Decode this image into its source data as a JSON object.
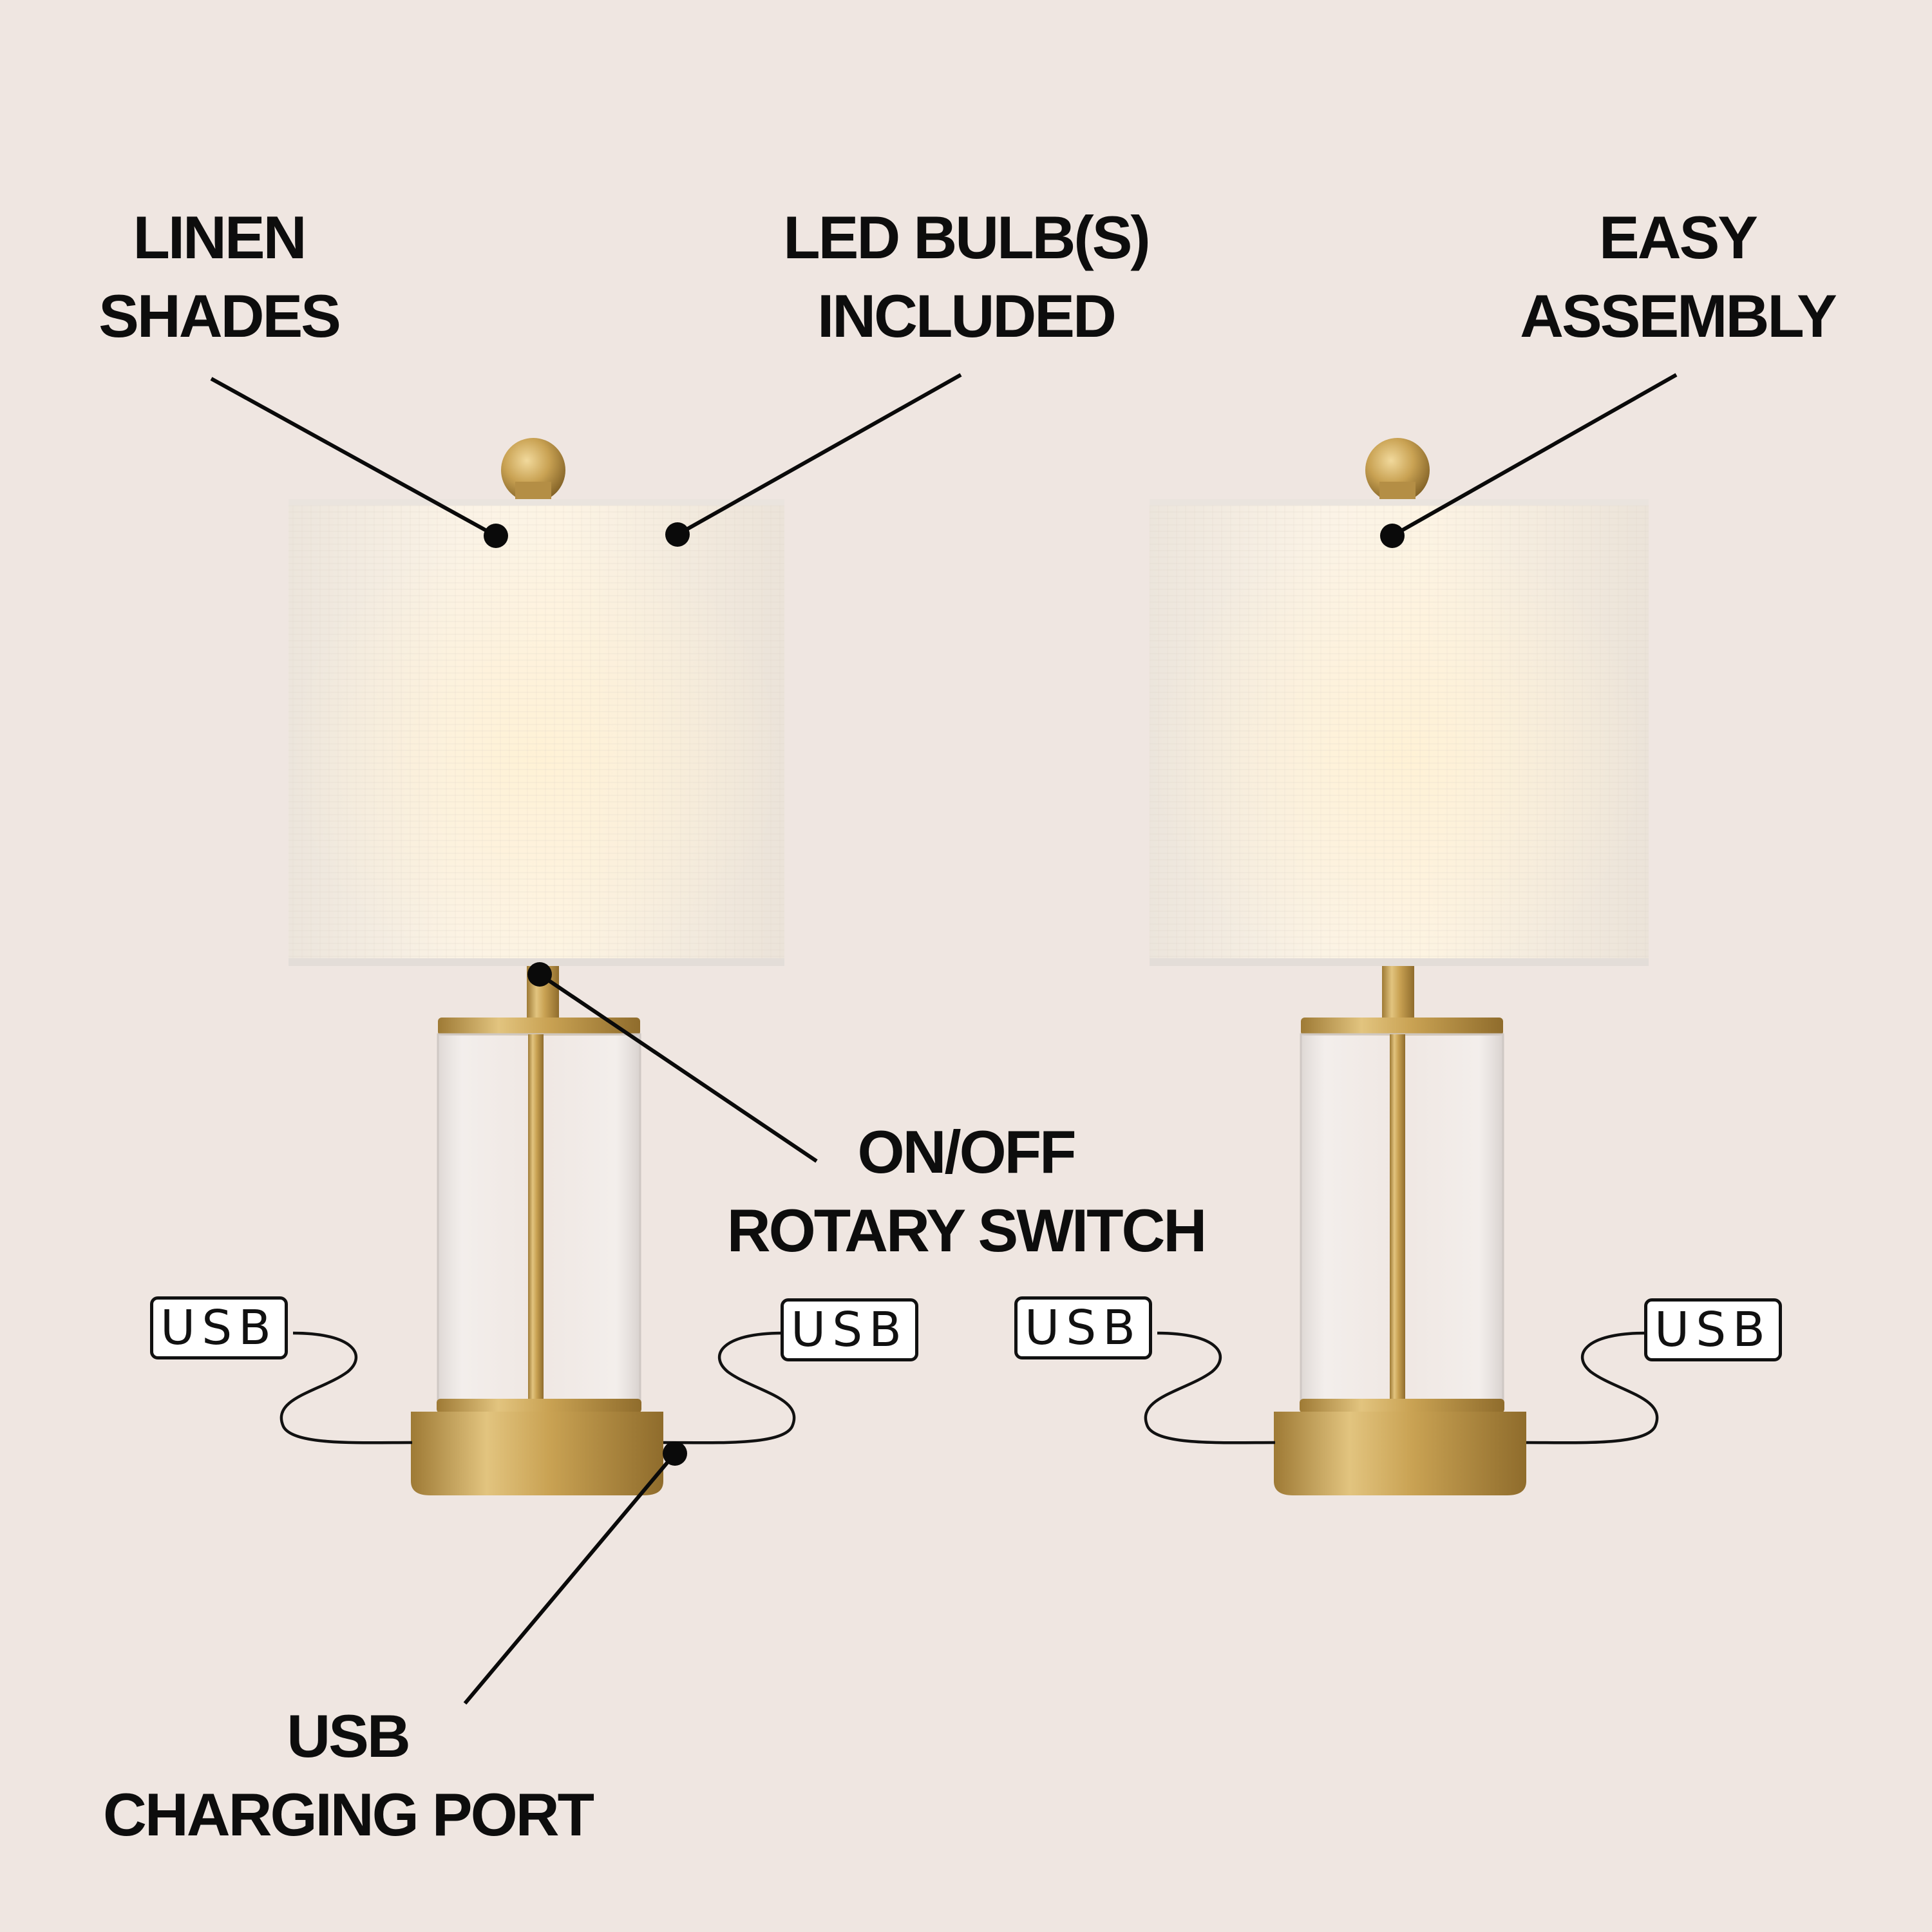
{
  "callouts": {
    "linen_shades": [
      "LINEN",
      "SHADES"
    ],
    "led_bulbs": [
      "LED BULB(S)",
      "INCLUDED"
    ],
    "easy_assembly": [
      "EASY",
      "ASSEMBLY"
    ],
    "rotary_switch": [
      "ON/OFF",
      "ROTARY SWITCH"
    ],
    "usb_charging_port": [
      "USB",
      "CHARGING PORT"
    ]
  },
  "usb_tags": [
    "USB",
    "USB",
    "USB",
    "USB"
  ],
  "colors": {
    "background": "#efe6e1",
    "shade": "#f6eee3",
    "brass": "#c9a253",
    "text": "#0d0d0d"
  },
  "products": [
    "lamp-left",
    "lamp-right"
  ]
}
